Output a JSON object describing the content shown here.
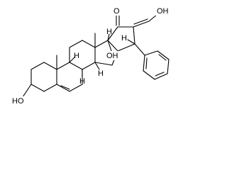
{
  "molecule": {
    "labels": {
      "ketone_o": "O",
      "enol_oh": "OH",
      "c14_oh": "OH",
      "c3_oh": "HO",
      "h8": "H",
      "h9": "H",
      "h14": "H",
      "h15": "H",
      "h16": "H"
    }
  }
}
